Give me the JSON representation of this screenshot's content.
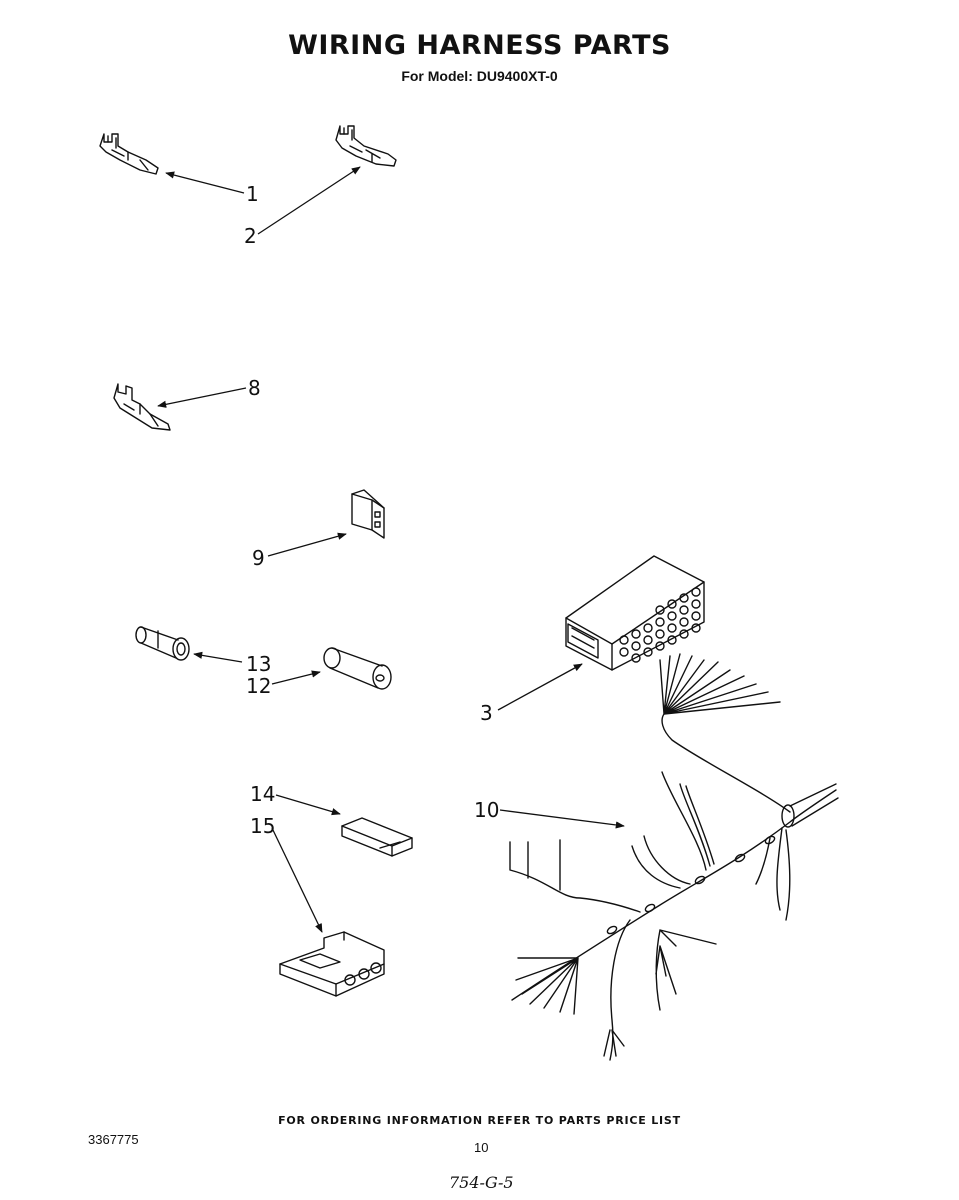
{
  "header": {
    "title": "WIRING HARNESS PARTS",
    "subtitle": "For Model: DU9400XT-0"
  },
  "parts": [
    {
      "key": "1",
      "label": "1"
    },
    {
      "key": "2",
      "label": "2"
    },
    {
      "key": "8",
      "label": "8"
    },
    {
      "key": "9",
      "label": "9"
    },
    {
      "key": "13",
      "label": "13"
    },
    {
      "key": "12",
      "label": "12"
    },
    {
      "key": "3",
      "label": "3"
    },
    {
      "key": "14",
      "label": "14"
    },
    {
      "key": "15",
      "label": "15"
    },
    {
      "key": "10",
      "label": "10"
    }
  ],
  "footer": {
    "ordering_note": "FOR ORDERING INFORMATION REFER TO PARTS PRICE LIST",
    "doc_number": "3367775",
    "page_number": "10",
    "handwritten_note": "754-G-5"
  }
}
